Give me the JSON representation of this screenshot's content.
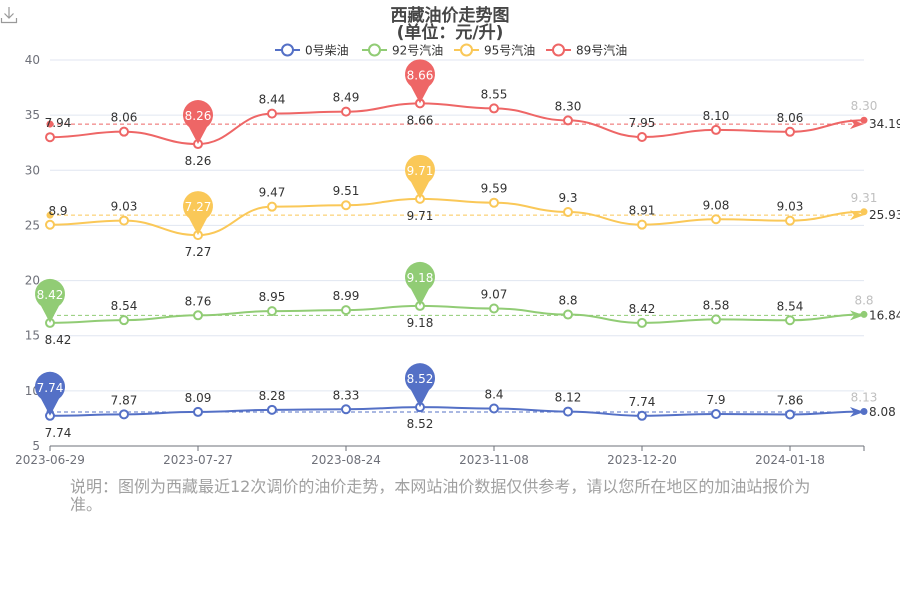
{
  "chart_data": {
    "type": "line",
    "stacked": true,
    "title": "西藏油价走势图",
    "subtitle": "(单位：元/升)",
    "ylim": [
      5,
      40
    ],
    "yticks": [
      5,
      10,
      15,
      20,
      25,
      30,
      35,
      40
    ],
    "ytick_labels": [
      "5",
      "10",
      "15",
      "20",
      "25",
      "30",
      "35",
      "40"
    ],
    "x_count": 12,
    "xtick_labels": [
      {
        "index": 0,
        "label": "2023-06-29"
      },
      {
        "index": 2,
        "label": "2023-07-27"
      },
      {
        "index": 4,
        "label": "2023-08-24"
      },
      {
        "index": 6,
        "label": "2023-11-08"
      },
      {
        "index": 8,
        "label": "2023-12-20"
      },
      {
        "index": 10,
        "label": "2024-01-18"
      }
    ],
    "grid": true,
    "legend_position": "top-center",
    "series": [
      {
        "name": "0号柴油",
        "color": "#5470c6",
        "values": [
          7.74,
          7.87,
          8.09,
          8.28,
          8.33,
          8.52,
          8.4,
          8.12,
          7.74,
          7.9,
          7.86,
          8.13
        ],
        "labels": [
          "7.74",
          "7.87",
          "8.09",
          "8.28",
          "8.33",
          "8.52",
          "8.4",
          "8.12",
          "7.74",
          "7.9",
          "7.86",
          "8.13"
        ],
        "markpoints": [
          {
            "index": 0,
            "label": "7.74"
          },
          {
            "index": 5,
            "label": "8.52"
          }
        ],
        "average_label": "8.08",
        "average": 8.08
      },
      {
        "name": "92号汽油",
        "color": "#91cc75",
        "values": [
          8.42,
          8.54,
          8.76,
          8.95,
          8.99,
          9.18,
          9.07,
          8.8,
          8.42,
          8.58,
          8.54,
          8.8
        ],
        "labels": [
          "8.42",
          "8.54",
          "8.76",
          "8.95",
          "8.99",
          "9.18",
          "9.07",
          "8.8",
          "8.42",
          "8.58",
          "8.54",
          "8.8"
        ],
        "markpoints": [
          {
            "index": 0,
            "label": "8.42"
          },
          {
            "index": 5,
            "label": "9.18"
          }
        ],
        "average_label": "16.84",
        "average": 16.84
      },
      {
        "name": "95号汽油",
        "color": "#fac858",
        "values": [
          8.9,
          9.03,
          7.27,
          9.47,
          9.51,
          9.71,
          9.59,
          9.3,
          8.91,
          9.08,
          9.03,
          9.31
        ],
        "labels": [
          "8.9",
          "9.03",
          "7.27",
          "9.47",
          "9.51",
          "9.71",
          "9.59",
          "9.3",
          "8.91",
          "9.08",
          "9.03",
          "9.31"
        ],
        "markpoints": [
          {
            "index": 2,
            "label": "7.27"
          },
          {
            "index": 5,
            "label": "9.71"
          }
        ],
        "average_label": "25.93",
        "average": 25.93
      },
      {
        "name": "89号汽油",
        "color": "#ee6666",
        "values": [
          7.94,
          8.06,
          8.26,
          8.44,
          8.49,
          8.66,
          8.55,
          8.3,
          7.95,
          8.1,
          8.06,
          8.3
        ],
        "labels": [
          "7.94",
          "8.06",
          "8.26",
          "8.44",
          "8.49",
          "8.66",
          "8.55",
          "8.30",
          "7.95",
          "8.10",
          "8.06",
          "8.30"
        ],
        "markpoints": [
          {
            "index": 2,
            "label": "8.26"
          },
          {
            "index": 5,
            "label": "8.66"
          }
        ],
        "average_label": "34.19",
        "average": 34.19
      }
    ]
  },
  "toolbox": {
    "download_icon": "download-icon"
  },
  "note": "说明：图例为西藏最近12次调价的油价走势，本网站油价数据仅供参考，请以您所在地区的加油站报价为准。"
}
